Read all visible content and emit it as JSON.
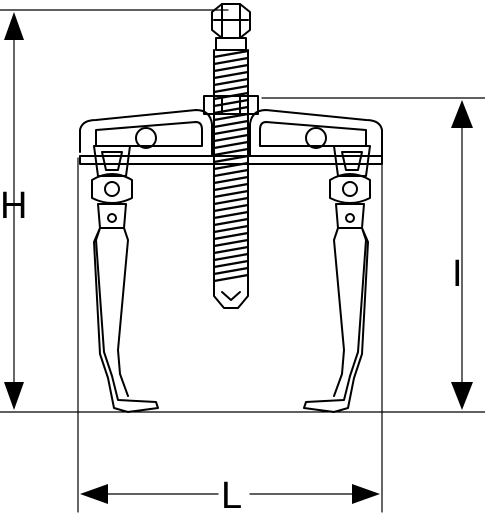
{
  "drawing": {
    "subject": "two-arm-puller-icon",
    "line_color": "#000000",
    "background": "#ffffff"
  },
  "dimensions": {
    "height_label": "H",
    "inner_label": "I",
    "width_label": "L"
  }
}
